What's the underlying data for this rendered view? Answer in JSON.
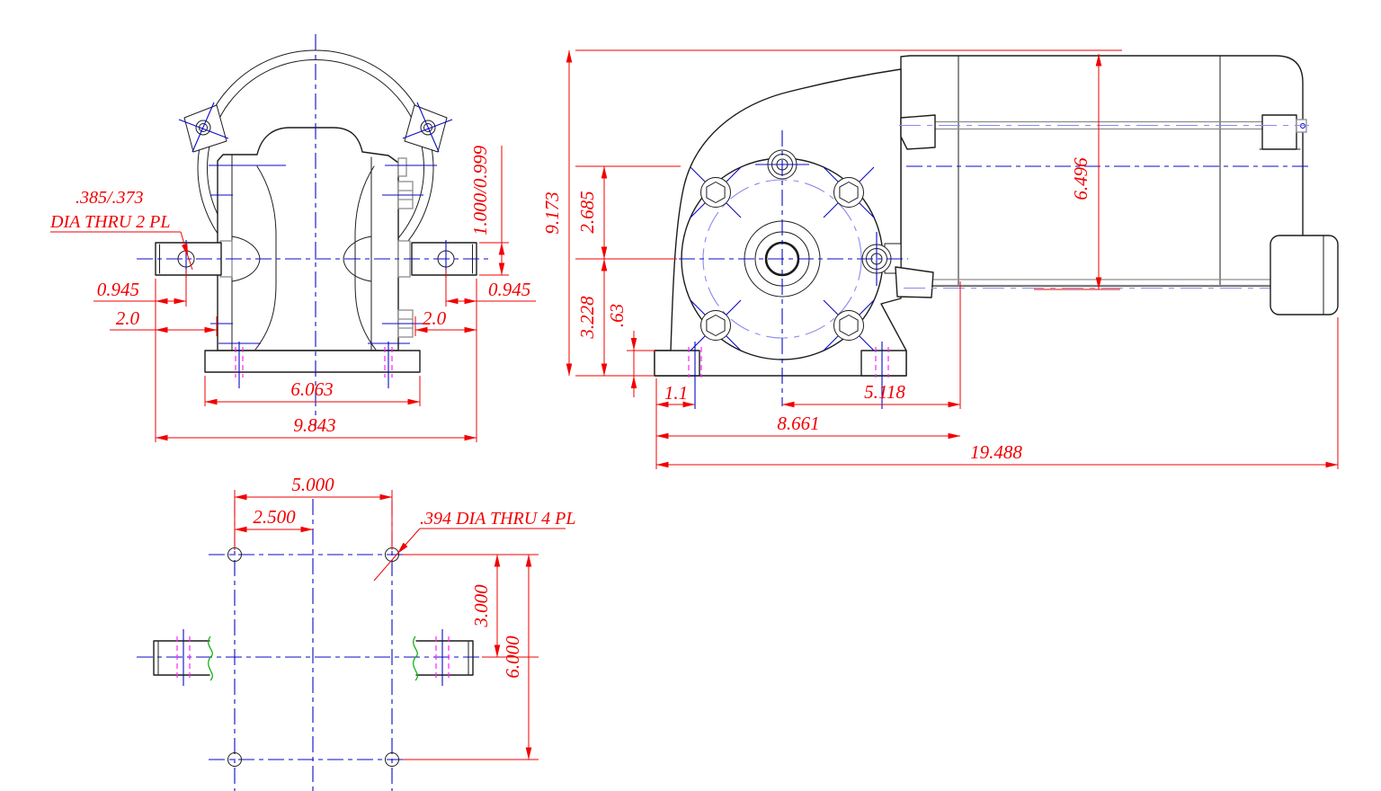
{
  "drawing": {
    "type": "engineering-cad-drawing",
    "subject": "right-angle worm gearmotor, 3-view dimensioned drawing",
    "colors": {
      "dimension": "#f20000",
      "centerline": "#0a0ac8",
      "centerline_light": "#8a8af0",
      "hidden": "#ff22ff",
      "break_line": "#12b212",
      "outline": "#1c1c1c",
      "hardware": "#8c8c8c",
      "background": "#ffffff"
    },
    "front_view": {
      "note": {
        "line1": ".385/.373",
        "line2": "DIA THRU 2 PL"
      },
      "dims": {
        "shaft_diameter": "1.000/0.999",
        "hole_offset_left": "0.945",
        "shaft_length_left": "2.0",
        "hole_offset_right": "0.945",
        "shaft_length_right": "2.0",
        "base_width": "6.063",
        "overall_width": "9.843"
      }
    },
    "side_view": {
      "dims": {
        "overall_height": "9.173",
        "axis_to_motor_axis": "2.685",
        "axis_to_base": "3.228",
        "foot_height": ".63",
        "foot_hole_offset": "1.1",
        "center_to_flange": "5.118",
        "foot_to_flange": "8.661",
        "overall_length": "19.488",
        "motor_diameter": "6.496"
      }
    },
    "bottom_view": {
      "note": ".394 DIA THRU 4 PL",
      "dims": {
        "hole_span": "5.000",
        "hole_half_span": "2.500",
        "center_to_row": "3.000",
        "row_span": "6.000"
      }
    }
  }
}
